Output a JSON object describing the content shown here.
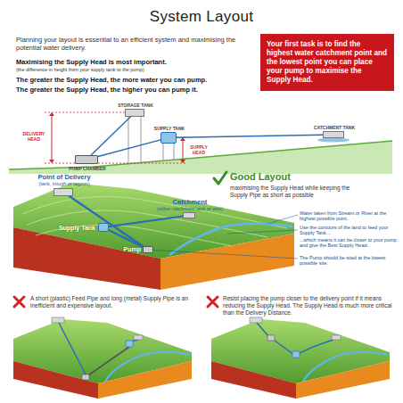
{
  "diagram": {
    "title": "System Layout",
    "nodes": [
      {
        "text": [
          "Your first task is to find the highest water catchment point and the lowest point you can place your pump to maximise the Supply Head."
        ]
      },
      {
        "text": [
          "STORAGE TANK"
        ]
      },
      {
        "text": [
          "PUMP CHAMBER"
        ]
      },
      {
        "text": [
          "SUPPLY TANK"
        ]
      },
      {
        "text": [
          "CATCHMENT TANK"
        ]
      },
      {
        "text": [
          "Point of Delivery",
          "(tank, trough or lagoon)"
        ]
      },
      {
        "text": [
          "Catchment",
          "(either catchment tank or weir)"
        ]
      },
      {
        "text": [
          "Supply Tank"
        ]
      },
      {
        "text": [
          "Pump"
        ]
      }
    ],
    "edges": [
      {
        "from": 2,
        "to": 1,
        "arrow": "none"
      },
      {
        "from": 3,
        "to": 2,
        "arrow": "none"
      },
      {
        "from": 4,
        "to": 3,
        "arrow": "none"
      },
      {
        "from": 8,
        "to": 5,
        "arrow": "none"
      },
      {
        "from": 7,
        "to": 8,
        "arrow": "none"
      },
      {
        "from": 6,
        "to": 7,
        "arrow": "none"
      }
    ],
    "labels": [
      "Planning your layout is essential to an efficient system and maximising the potential water delivery.",
      "Maximising the Supply Head is most important.",
      "(the difference in height from your supply tank to the pump)",
      "The greater the Supply Head, the more water you can pump.",
      "The greater the Supply Head, the higher you can pump it.",
      "DELIVERY HEAD",
      "SUPPLY HEAD",
      "Good Layout",
      "maximising the Supply Head while keeping the Supply Pipe as short as possible",
      "Water taken from Stream or River at the highest possible point.",
      "Use the contours of the land to feed your Supply Tank...",
      "...which means it can be closer to your pump and give the Best Supply Head.",
      "The Pump should be sited at the lowest possible site.",
      "A short (plastic) Feed Pipe and long (metal) Supply Pipe is an inefficient and expensive layout.",
      "Resist placing the pump closer to the delivery point if it means reducing the Supply Head. The Supply Head is much more critical than the Delivery Distance."
    ]
  }
}
